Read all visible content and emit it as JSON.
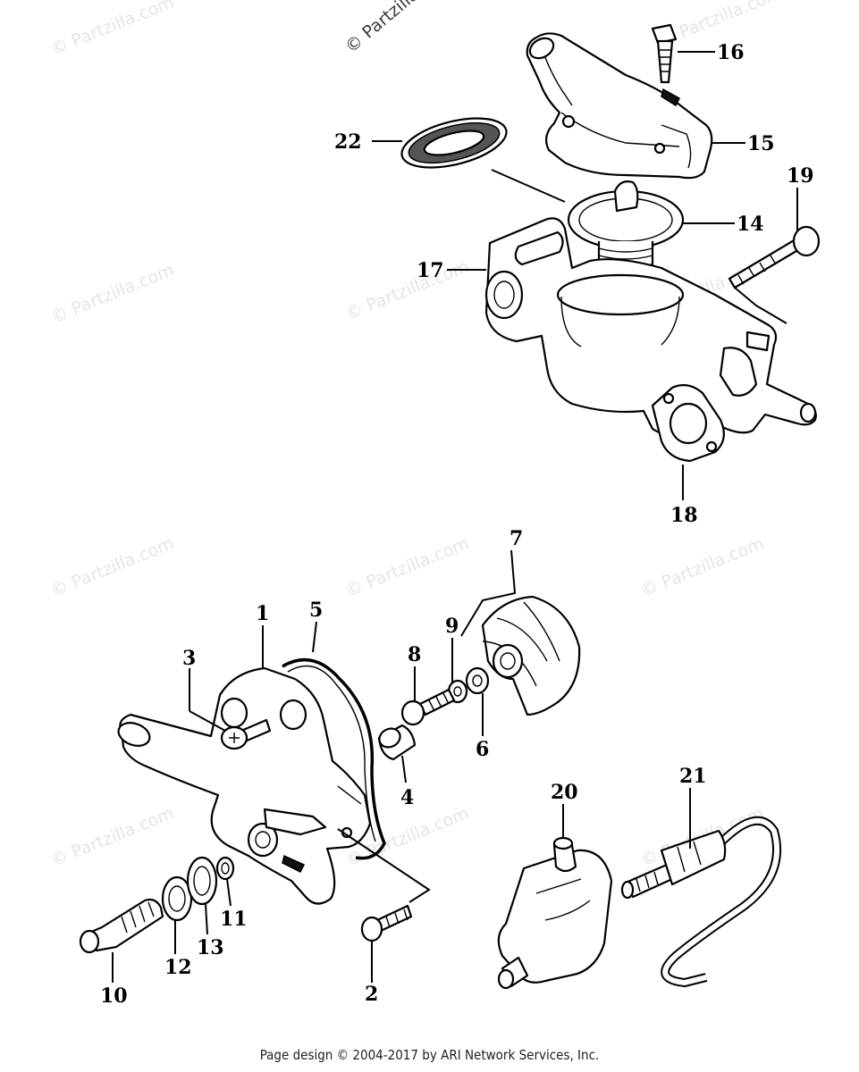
{
  "watermark": {
    "text": "© Partzilla.com",
    "top_fragment": "© Partzilla"
  },
  "callouts": [
    "1",
    "2",
    "3",
    "4",
    "5",
    "6",
    "7",
    "8",
    "9",
    "10",
    "11",
    "12",
    "13",
    "14",
    "15",
    "16",
    "17",
    "18",
    "19",
    "20",
    "21",
    "22"
  ],
  "footer": {
    "text": "Page design © 2004-2017 by ARI Network Services, Inc."
  }
}
